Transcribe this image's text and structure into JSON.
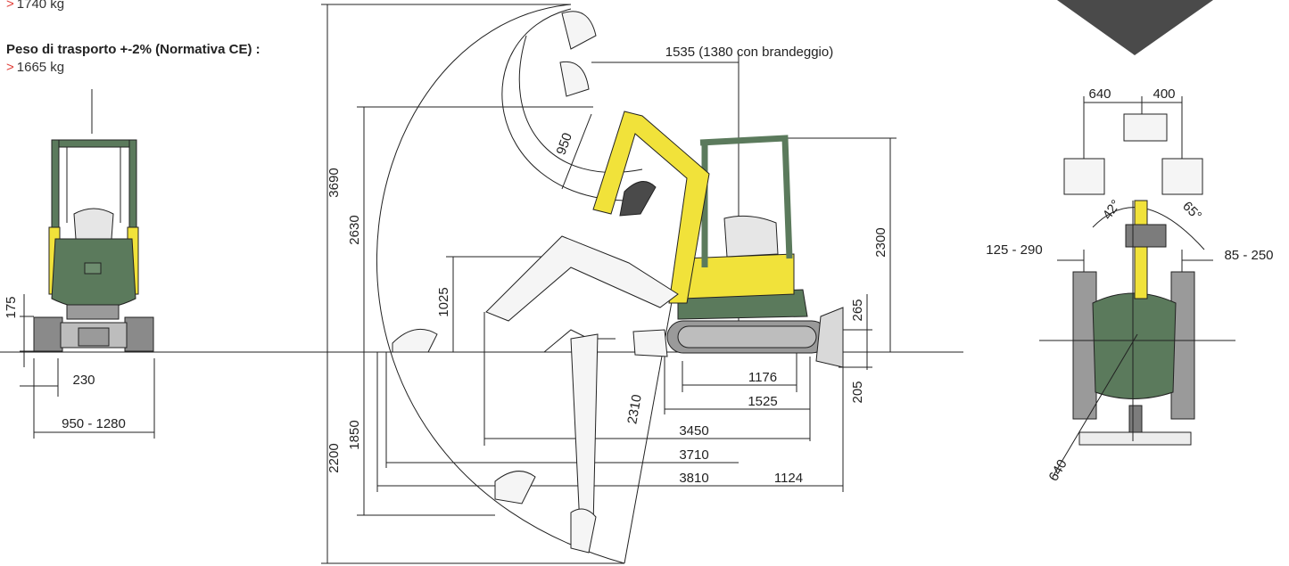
{
  "specs": {
    "prev_value": "1740 kg",
    "transport_label": "Peso di trasporto +-2% (Normativa CE) :",
    "transport_value": "1665 kg",
    "bullet": ">"
  },
  "dims": {
    "d175": "175",
    "d230": "230",
    "d950_1280": "950 - 1280",
    "d3690": "3690",
    "d2630": "2630",
    "d1025": "1025",
    "d1850": "1850",
    "d2200": "2200",
    "d950": "950",
    "d1535": "1535 (1380 con brandeggio)",
    "d2300": "2300",
    "d265": "265",
    "d205": "205",
    "d1176": "1176",
    "d1525": "1525",
    "d3450": "3450",
    "d3710": "3710",
    "d3810": "3810",
    "d1124": "1124",
    "d2310": "2310",
    "d640top": "640",
    "d400": "400",
    "d42": "42°",
    "d65": "65°",
    "d125_290": "125 - 290",
    "d85_250": "85 - 250",
    "d640diag": "640"
  },
  "colors": {
    "body_green": "#5b7a5c",
    "boom_yellow": "#f1e23a",
    "arrow_gray": "#4a4a4a",
    "line": "#222222",
    "track_gray": "#9a9a9a"
  }
}
